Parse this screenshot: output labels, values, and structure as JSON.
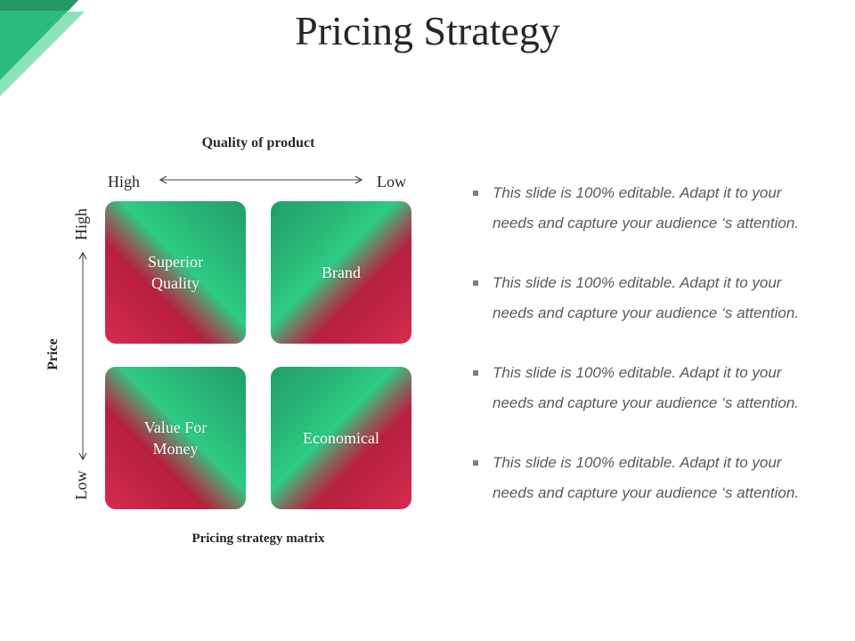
{
  "slide": {
    "title": "Pricing Strategy"
  },
  "matrix": {
    "x_axis": {
      "title": "Quality of product",
      "left_label": "High",
      "right_label": "Low"
    },
    "y_axis": {
      "title": "Price",
      "top_label": "High",
      "bottom_label": "Low"
    },
    "cells": [
      {
        "label_line1": "Superior",
        "label_line2": "Quality"
      },
      {
        "label_line1": "Brand",
        "label_line2": ""
      },
      {
        "label_line1": "Value For",
        "label_line2": "Money"
      },
      {
        "label_line1": "Economical",
        "label_line2": ""
      }
    ],
    "caption": "Pricing strategy matrix"
  },
  "bullets": [
    {
      "line1": "This slide is 100% editable. Adapt it to your",
      "line2": "needs and capture your  audience ‘s attention."
    },
    {
      "line1": "This slide is 100% editable. Adapt it to your",
      "line2": "needs and capture your  audience ‘s attention."
    },
    {
      "line1": "This slide is 100% editable. Adapt it to your",
      "line2": "needs and capture your  audience ‘s attention."
    },
    {
      "line1": "This slide is 100% editable. Adapt it to your",
      "line2": "needs and capture your  audience ‘s attention."
    }
  ],
  "colors": {
    "green": "#2dcb85",
    "dark_green": "#229e69",
    "red": "#c12345",
    "corner_dark": "#239a65",
    "corner_mid": "#2bbb7d",
    "corner_light": "#8ee0bb",
    "text_dark": "#262626",
    "text_gray": "#595959"
  }
}
